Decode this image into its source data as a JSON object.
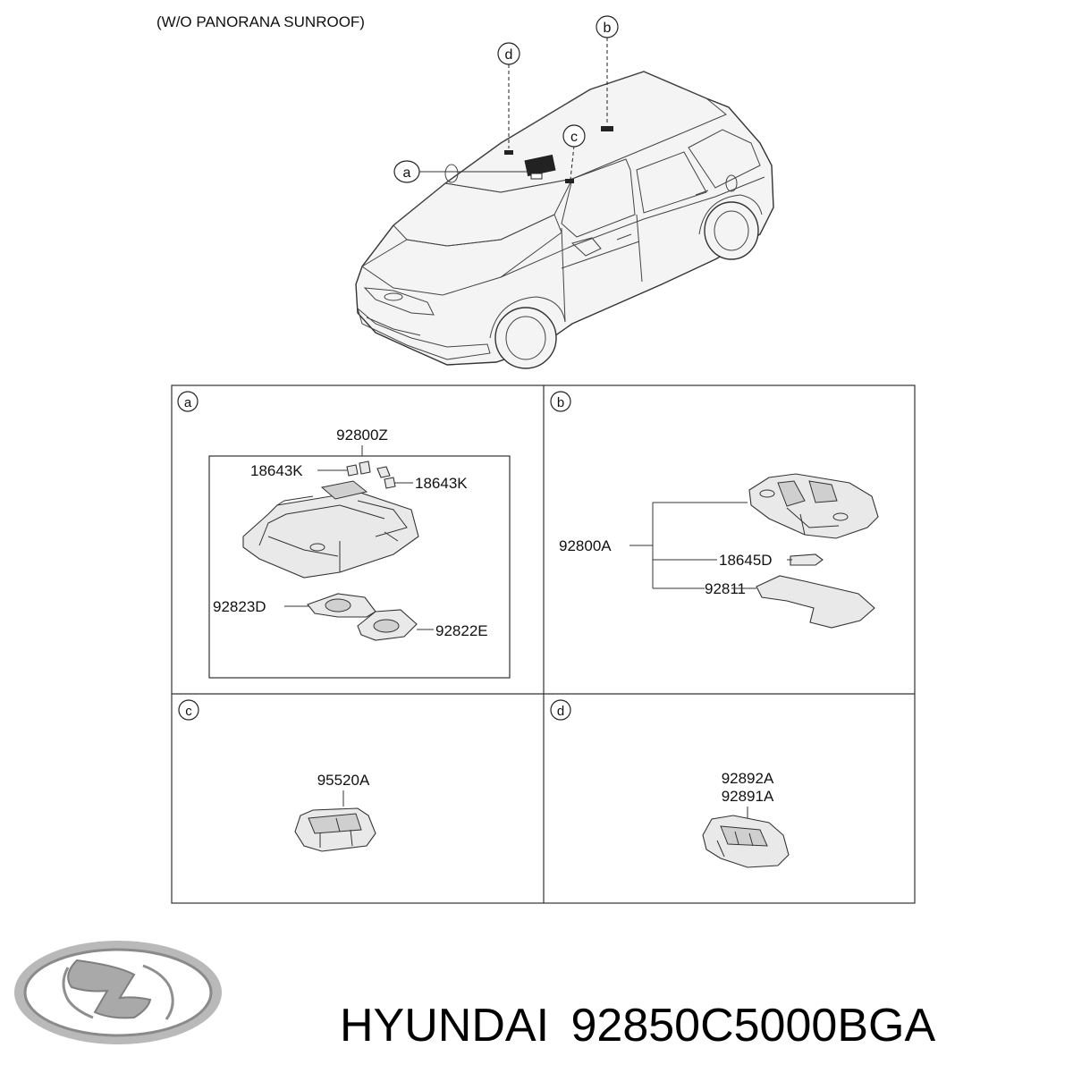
{
  "header": {
    "note": "(W/O PANORANA SUNROOF)"
  },
  "callouts": {
    "a": "a",
    "b": "b",
    "c": "c",
    "d": "d"
  },
  "panel_a": {
    "tag": "a",
    "assembly": "92800Z",
    "bulb_left": "18643K",
    "bulb_right": "18643K",
    "lens_left": "92823D",
    "lens_right": "92822E"
  },
  "panel_b": {
    "tag": "b",
    "assembly": "92800A",
    "bulb": "18645D",
    "lens": "92811"
  },
  "panel_c": {
    "tag": "c",
    "part": "95520A"
  },
  "panel_d": {
    "tag": "d",
    "part_1": "92892A",
    "part_2": "92891A"
  },
  "footer": {
    "brand": "HYUNDAI",
    "part_number": "92850C5000BGA",
    "logo_icon": "hyundai-logo-icon"
  }
}
